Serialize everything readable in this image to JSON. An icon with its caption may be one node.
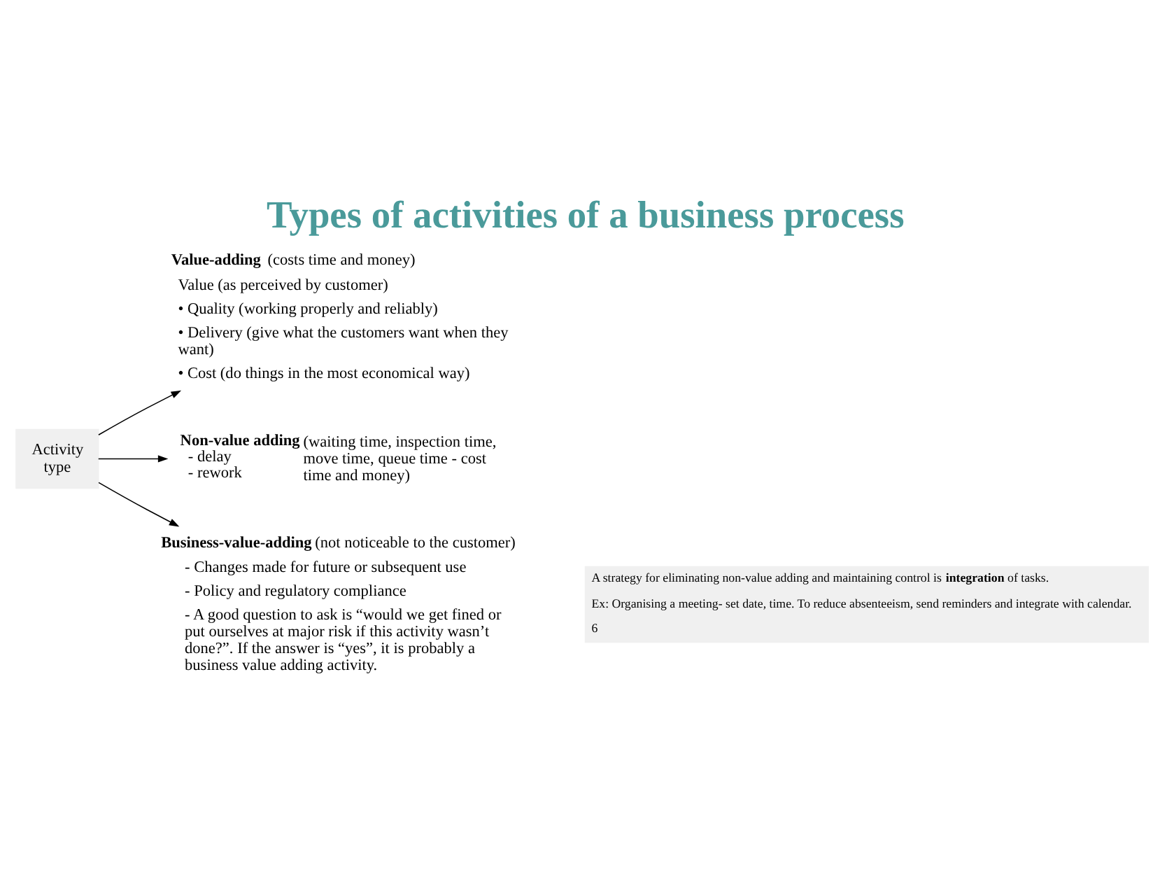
{
  "diagram": {
    "title": "Types of activities of a business process",
    "nodes": [
      {
        "text": [
          "Activity type"
        ]
      },
      {
        "text": [
          "Value-adding (costs time and money)"
        ],
        "beside": [
          "Value (as perceived by customer)",
          "• Quality (working properly and reliably)",
          "• Delivery (give what the customers want when they want)",
          "• Cost (do things in the most economical way)"
        ]
      },
      {
        "text": [
          "Non-value adding",
          "- delay",
          "- rework"
        ],
        "beside": [
          "(waiting time, inspection time, move time, queue time - cost time and money)"
        ]
      },
      {
        "text": [
          "Business-value-adding (not noticeable to the customer)"
        ],
        "beside": [
          "- Changes made for future or subsequent use",
          "- Policy and regulatory compliance",
          "- A good question to ask is “would we get fined or put ourselves at major risk if this activity wasn’t done?”. If the answer is “yes”, it is probably a business value adding activity."
        ]
      }
    ],
    "edges": [
      {
        "from": 0,
        "to": 1,
        "arrow": "to"
      },
      {
        "from": 0,
        "to": 2,
        "arrow": "to"
      },
      {
        "from": 0,
        "to": 3,
        "arrow": "to"
      }
    ],
    "labels": [
      "A strategy for eliminating non-value adding and maintaining control is **integration** of tasks.",
      "Ex: Organising a meeting- set date, time. To reduce absenteeism, send reminders and integrate with calendar.",
      "6"
    ]
  }
}
